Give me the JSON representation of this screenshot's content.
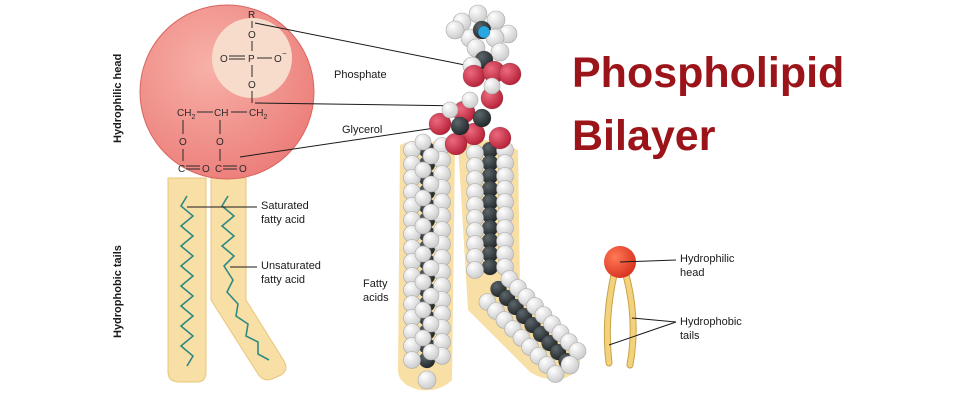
{
  "title": {
    "line1": "Phospholipid",
    "line2": "Bilayer"
  },
  "left_panel": {
    "axis_labels": {
      "head": "Hydrophilic head",
      "tails": "Hydrophobic tails"
    },
    "chemistry": {
      "R": "R",
      "O_top": "O",
      "O_left": "O",
      "P": "P",
      "O_minus": "O",
      "minus": "−",
      "O_lower": "O",
      "CH2_left": "CH",
      "sub2_a": "2",
      "CH": "CH",
      "CH2_right": "CH",
      "sub2_b": "2",
      "O_ester_left": "O",
      "O_ester_right": "O",
      "C_left": "C",
      "O_carbonyl_left": "O",
      "C_right": "C",
      "O_carbonyl_right": "O"
    },
    "labels": {
      "phosphate": "Phosphate",
      "glycerol": "Glycerol",
      "saturated_1": "Saturated",
      "saturated_2": "fatty acid",
      "unsaturated_1": "Unsaturated",
      "unsaturated_2": "fatty acid"
    }
  },
  "middle_panel": {
    "fatty_1": "Fatty",
    "fatty_2": "acids"
  },
  "right_panel": {
    "head_1": "Hydrophilic",
    "head_2": "head",
    "tails_1": "Hydrophobic",
    "tails_2": "tails"
  },
  "colors": {
    "title": "#9a1419",
    "head_circle": "#ef8c88",
    "phosphate_core": "#f7dccb",
    "tail_fill": "#f8dfa6",
    "tail_zigzag": "#2f8a82",
    "red_atom": "#c0273c",
    "grey_atom": "#e9e9e9",
    "dark_atom": "#2d3436",
    "blue_atom": "#2aa6e0",
    "small_head": "#e2402d",
    "small_tail": "#f2d27a"
  }
}
